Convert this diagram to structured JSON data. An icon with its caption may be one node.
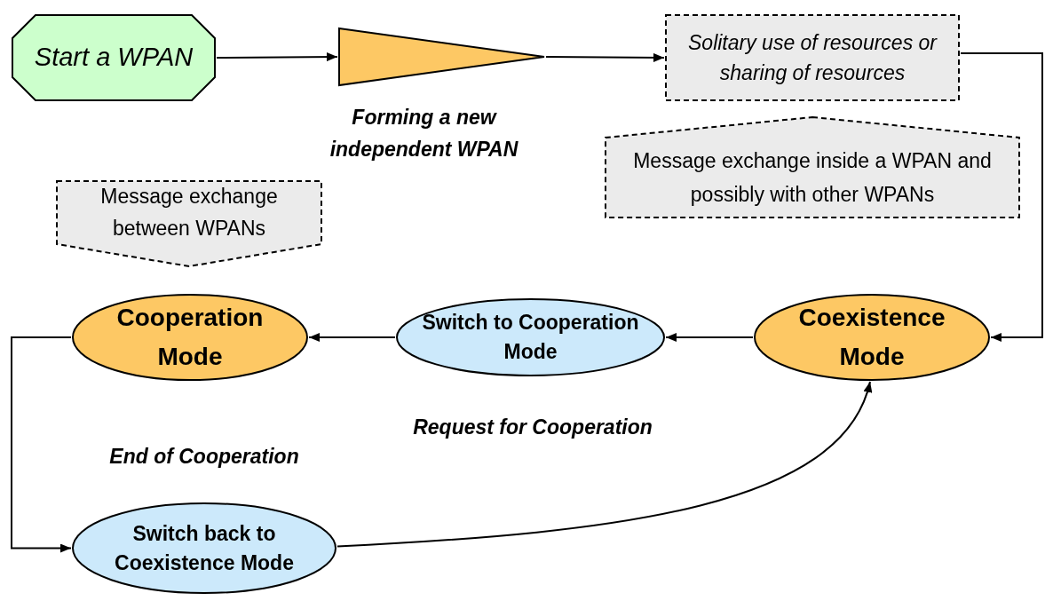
{
  "diagram": {
    "nodes": [
      {
        "text": [
          "Start a WPAN"
        ]
      },
      {
        "text": [],
        "shape": "triangle",
        "beside": [
          "Forming a new independent WPAN"
        ]
      },
      {
        "text": [
          "Solitary use of resources or sharing of resources"
        ]
      },
      {
        "text": [
          "Message exchange inside a WPAN and possibly with other WPANs"
        ]
      },
      {
        "text": [
          "Message exchange between WPANs"
        ]
      },
      {
        "text": [
          "Cooperation Mode"
        ]
      },
      {
        "text": [
          "Switch to Cooperation Mode"
        ]
      },
      {
        "text": [
          "Coexistence Mode"
        ]
      },
      {
        "text": [
          "Switch back to Coexistence Mode"
        ]
      }
    ],
    "edges": [
      {
        "from": 0,
        "to": 1,
        "arrow": "to"
      },
      {
        "from": 1,
        "to": 2,
        "arrow": "to"
      },
      {
        "from": 2,
        "to": 7,
        "arrow": "to"
      },
      {
        "from": 7,
        "to": 6,
        "arrow": "to"
      },
      {
        "from": 6,
        "to": 5,
        "arrow": "to"
      },
      {
        "from": 5,
        "to": 8,
        "arrow": "to"
      },
      {
        "from": 8,
        "to": 7,
        "arrow": "to"
      }
    ],
    "labels": [
      "Request for Cooperation",
      "End of Cooperation"
    ]
  }
}
